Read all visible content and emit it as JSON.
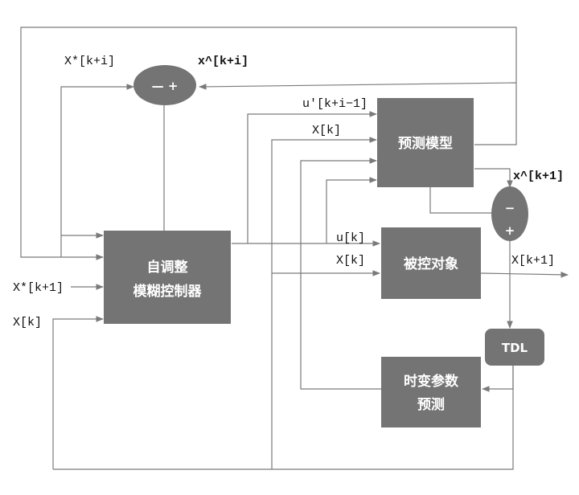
{
  "blocks": {
    "controller_line1": "自调整",
    "controller_line2": "模糊控制器",
    "prediction_model": "预测模型",
    "controlled_object": "被控对象",
    "tdl": "TDL",
    "param_pred_line1": "时变参数",
    "param_pred_line2": "预测"
  },
  "summers": {
    "top_signs": "— +",
    "right_minus": "−",
    "right_plus": "+"
  },
  "labels": {
    "xstar_ki": "X*[k+i]",
    "xhat_ki": "x^[k+i]",
    "uprime": "u'[k+i−1]",
    "xk_model": "X[k]",
    "xhat_k1": "x^[k+1]",
    "uk": "u[k]",
    "xk_object": "X[k]",
    "x_k1": "X[k+1]",
    "xstar_k1": "X*[k+1]",
    "xk_left": "X[k]"
  },
  "colors": {
    "block_fill": "#747474",
    "wire": "#7a7a7a"
  }
}
